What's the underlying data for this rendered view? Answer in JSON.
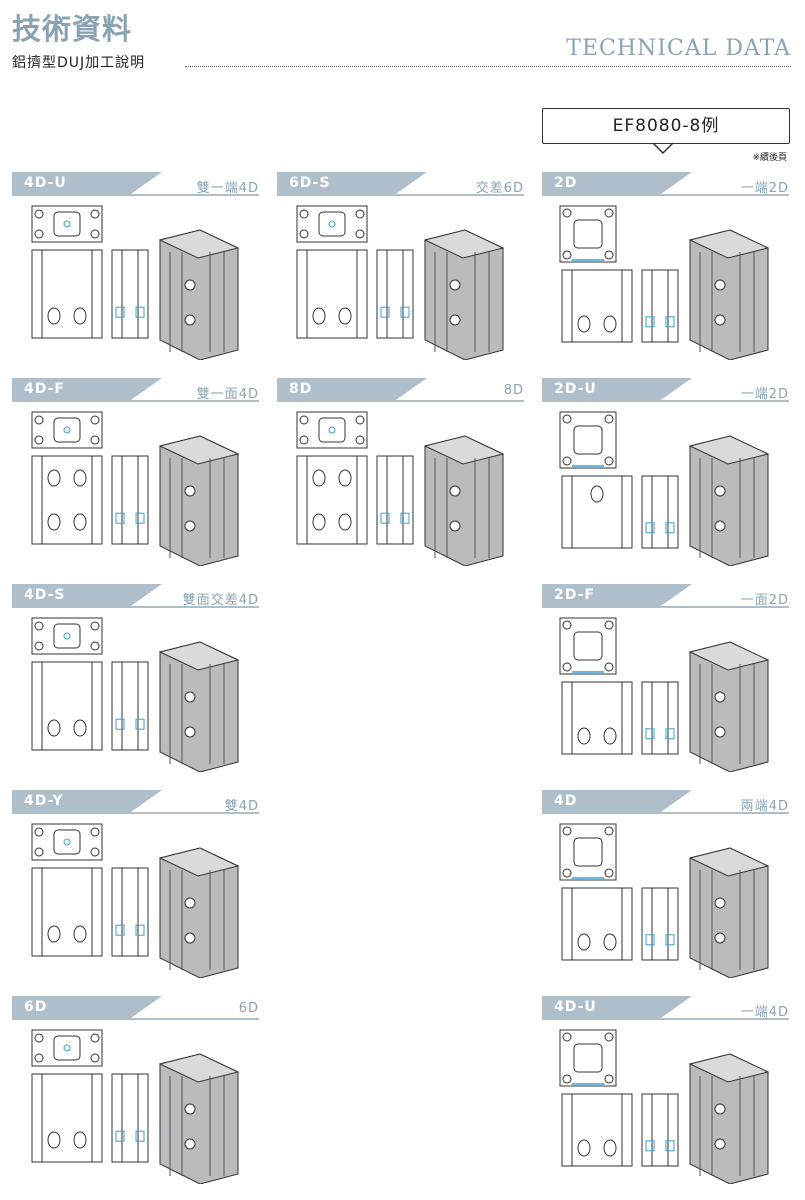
{
  "header": {
    "title": "技術資料",
    "subtitle": "鋁擠型DUJ加工說明",
    "right_title": "TECHNICAL DATA"
  },
  "model": {
    "name": "EF8080-8例",
    "note": "※續後頁"
  },
  "colors": {
    "accent": "#8aa3b4",
    "band": "#aebfcb",
    "highlight": "#3aa0d8"
  },
  "cards": [
    {
      "code": "4D-U",
      "desc": "雙一端4D"
    },
    {
      "code": "6D-S",
      "desc": "交差6D"
    },
    {
      "code": "2D",
      "desc": "一端2D"
    },
    {
      "code": "4D-F",
      "desc": "雙一面4D"
    },
    {
      "code": "8D",
      "desc": "8D"
    },
    {
      "code": "2D-U",
      "desc": "一端2D"
    },
    {
      "code": "4D-S",
      "desc": "雙面交差4D"
    },
    {
      "code": "2D-F",
      "desc": "一面2D"
    },
    {
      "code": "4D-Y",
      "desc": "雙4D"
    },
    {
      "code": "4D",
      "desc": "兩端4D"
    },
    {
      "code": "6D",
      "desc": "6D"
    },
    {
      "code": "4D-U",
      "desc": "一端4D"
    }
  ]
}
